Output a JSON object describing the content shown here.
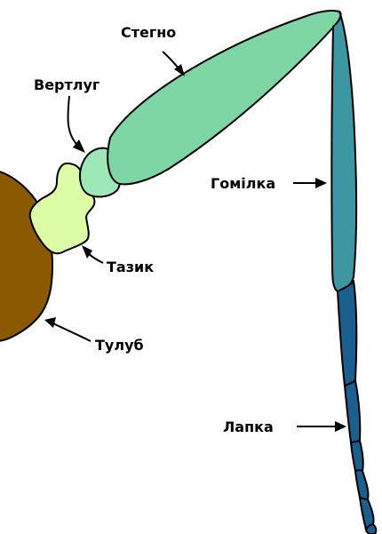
{
  "labels": {
    "femur": "Стегно",
    "trochanter": "Вертлуг",
    "tibia": "Гомілка",
    "coxa": "Тазик",
    "body": "Тулуб",
    "tarsus": "Лапка"
  },
  "colors": {
    "body": "#8b5a00",
    "coxa": "#ddfca6",
    "trochanter": "#9de8b6",
    "femur": "#7dd6a4",
    "tibia": "#3d97a3",
    "tarsus": "#1b5f8e",
    "outline": "#000000"
  }
}
